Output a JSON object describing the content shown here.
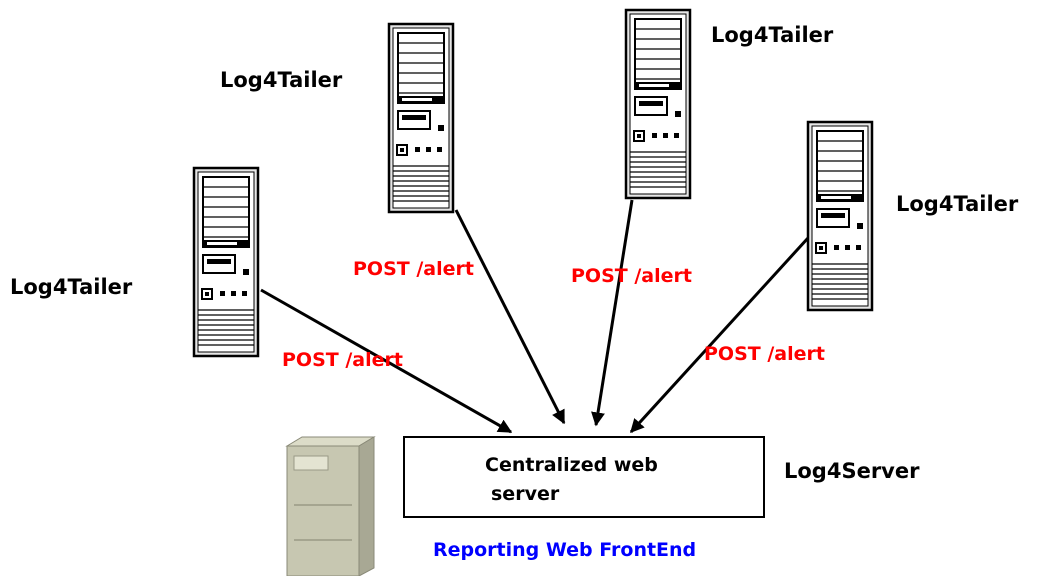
{
  "nodes": {
    "tailer_left": {
      "label": "Log4Tailer"
    },
    "tailer_top_left": {
      "label": "Log4Tailer"
    },
    "tailer_top_right": {
      "label": "Log4Tailer"
    },
    "tailer_right": {
      "label": "Log4Tailer"
    },
    "server": {
      "label": "Log4Server",
      "box_lines": [
        "Centralized web",
        "server"
      ]
    }
  },
  "edges": [
    {
      "from": "tailer_left",
      "to": "server",
      "label": "POST /alert"
    },
    {
      "from": "tailer_top_left",
      "to": "server",
      "label": "POST /alert"
    },
    {
      "from": "tailer_top_right",
      "to": "server",
      "label": "POST /alert"
    },
    {
      "from": "tailer_right",
      "to": "server",
      "label": "POST /alert"
    }
  ],
  "footer": {
    "label": "Reporting Web FrontEnd"
  },
  "colors": {
    "edge_label": "#ff0000",
    "footer_label": "#0000ff",
    "line": "#000000",
    "frontend_box": "#c7c7b1"
  },
  "icons": {
    "tailer": "tower-server-icon",
    "frontend": "desktop-tower-icon"
  }
}
